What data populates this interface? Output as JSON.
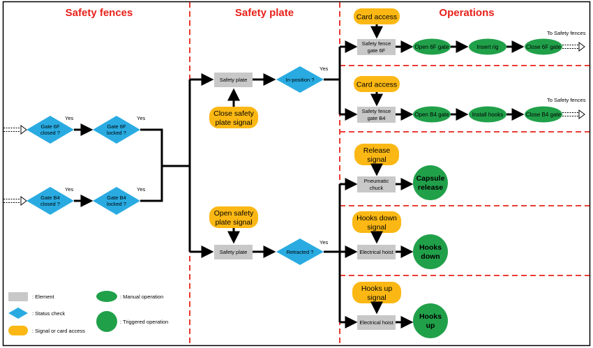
{
  "headers": {
    "fences": "Safety fences",
    "plate": "Safety plate",
    "operations": "Operations"
  },
  "fences": {
    "gate6f_closed": [
      "Gate 6F",
      "closed ?"
    ],
    "gate6f_locked": [
      "Gate 6F",
      "locked ?"
    ],
    "gateb4_closed": [
      "Gate B4",
      "closed ?"
    ],
    "gateb4_locked": [
      "Gate B4",
      "locked ?"
    ],
    "yes": "Yes"
  },
  "plate": {
    "upper_element": "Safety plate",
    "upper_check": "In-position  ?",
    "upper_signal": [
      "Close safety",
      "plate signal"
    ],
    "lower_element": "Safety plate",
    "lower_check": "Retracted  ?",
    "lower_signal": [
      "Open safety",
      "plate signal"
    ],
    "yes": "Yes"
  },
  "ops": {
    "row1": {
      "signal": "Card access",
      "element": [
        "Safety fence",
        "gate 6F"
      ],
      "steps": [
        "Open 6F gate",
        "Insert rig",
        "Close 6F gate"
      ],
      "note": "To Safety fences"
    },
    "row2": {
      "signal": "Card access",
      "element": [
        "Safety fence",
        "gate B4"
      ],
      "steps": [
        "Open B4 gate",
        "Install hooks",
        "Close B4 gate"
      ],
      "note": "To Safety fences"
    },
    "row3": {
      "signal": [
        "Release",
        "signal"
      ],
      "element": [
        "Pneumatic",
        "chuck"
      ],
      "triggered": [
        "Capsule",
        "release"
      ]
    },
    "row4": {
      "signal": [
        "Hooks down",
        "signal"
      ],
      "element": "Electrical hoist",
      "triggered": [
        "Hooks",
        "down"
      ]
    },
    "row5": {
      "signal": [
        "Hooks up",
        "signal"
      ],
      "element": "Electrical hoist",
      "triggered": [
        "Hooks",
        "up"
      ]
    }
  },
  "legend": {
    "element": ": Element",
    "status": ": Status check",
    "signal": ": Signal or card access",
    "manual": ": Manual operation",
    "triggered": ": Triggered  operation"
  },
  "colors": {
    "element": "#c8c8c8",
    "status_check": "#29abe2",
    "signal": "#fbb814",
    "operation": "#21a04a",
    "divider": "#e8201a"
  }
}
